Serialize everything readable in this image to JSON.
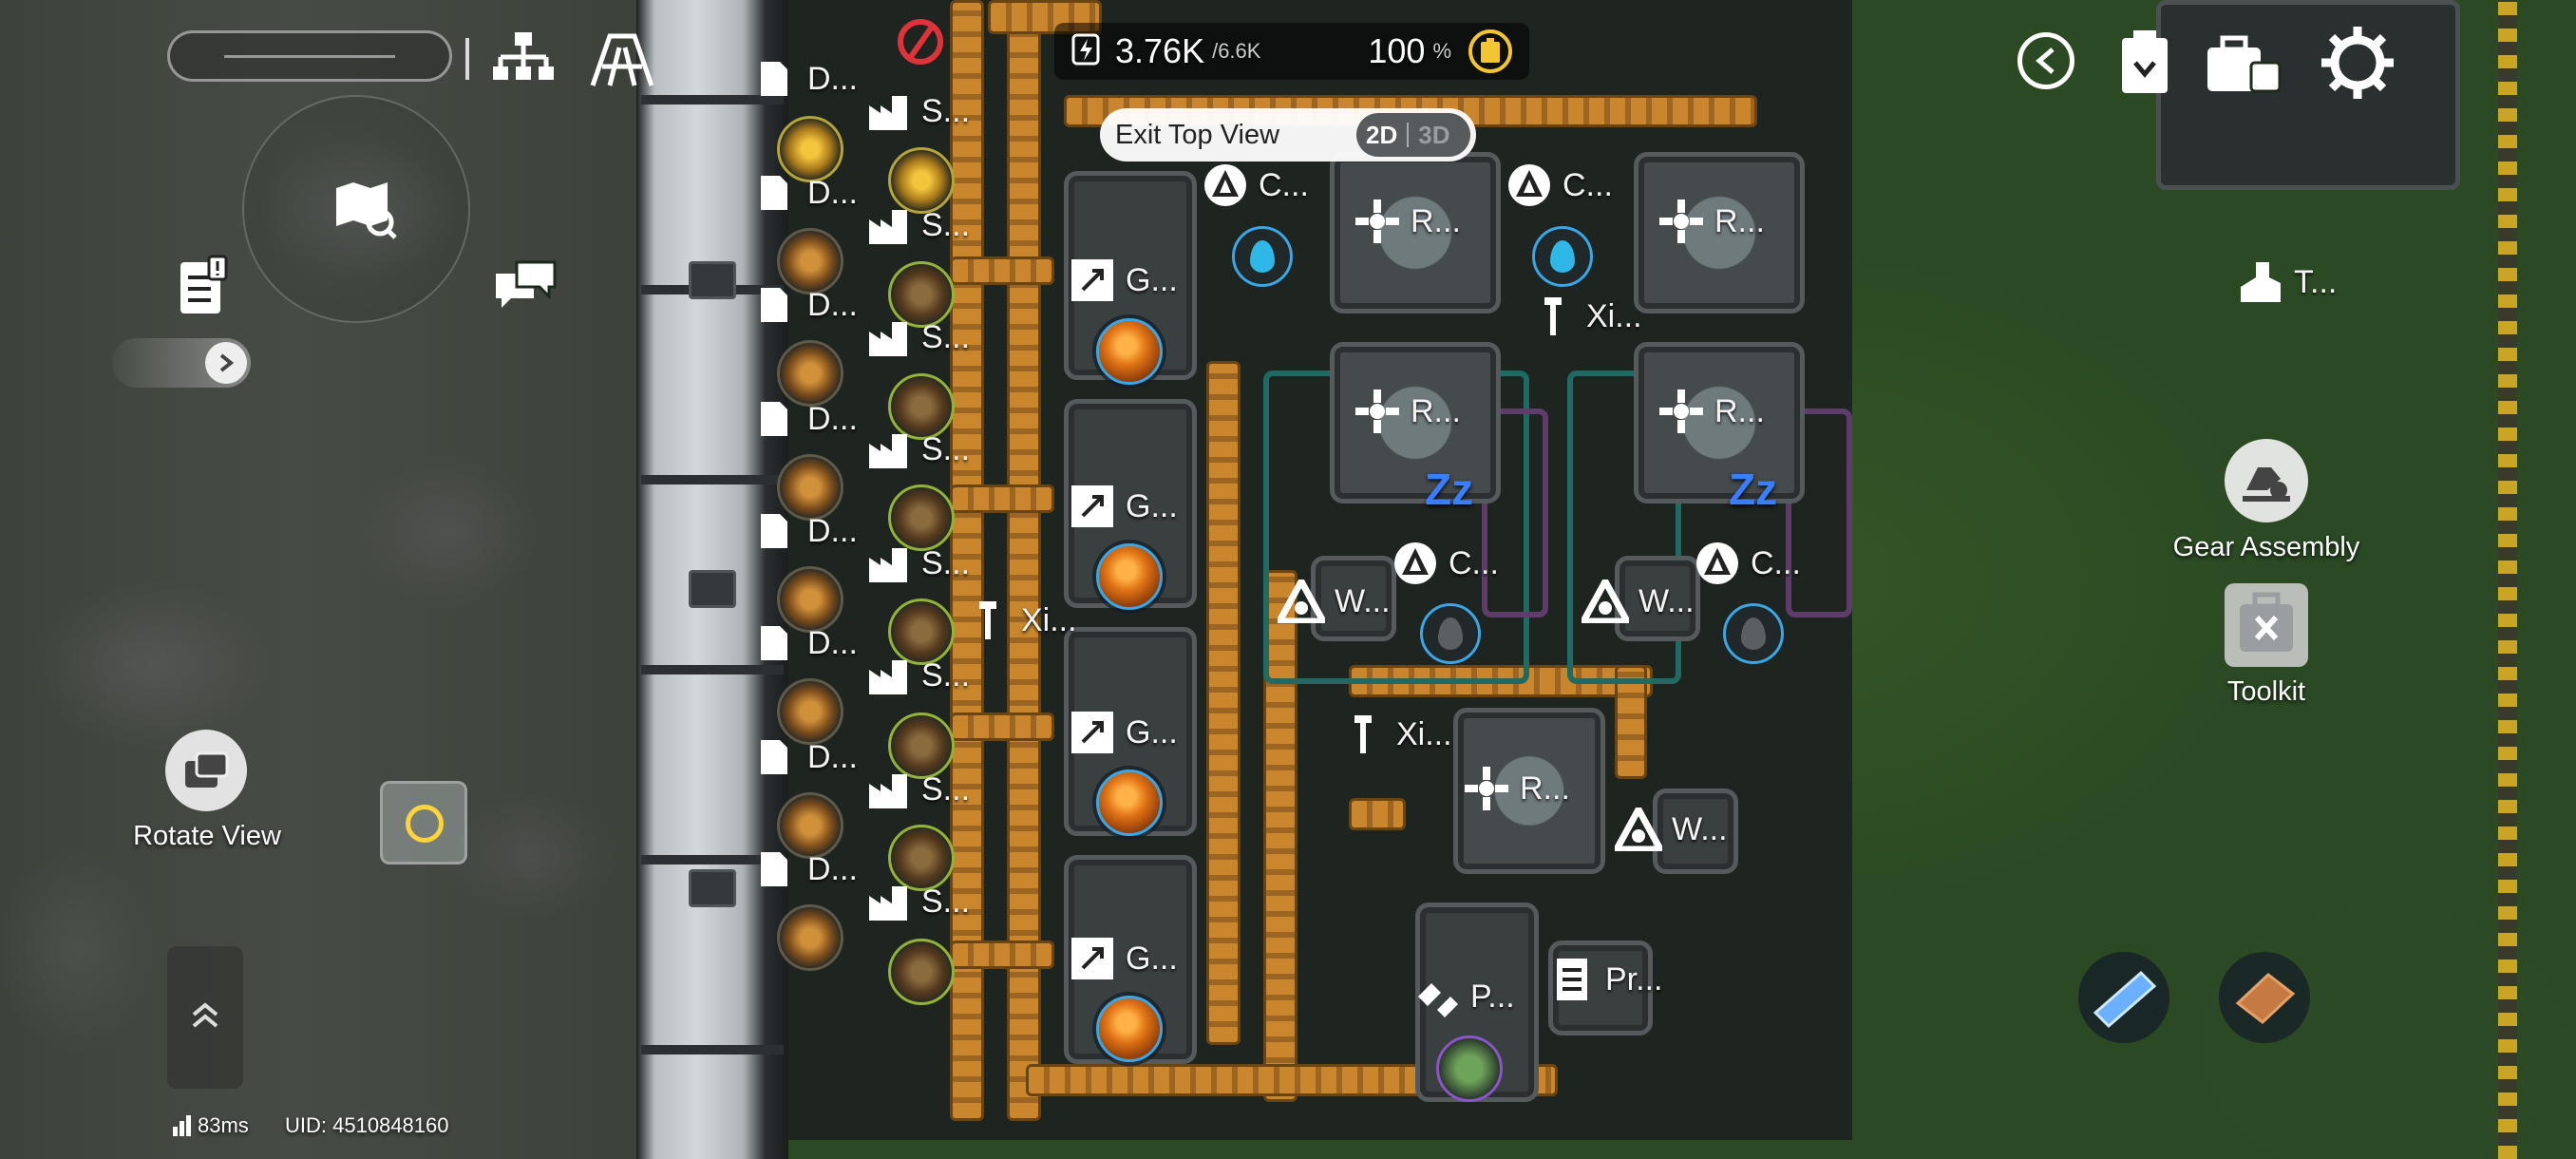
{
  "hud": {
    "power_value": "3.76K",
    "power_capacity": "/6.6K",
    "battery_percent": "100",
    "percent_sign": "%",
    "top_view_label": "Exit Top View",
    "view_2d": "2D",
    "view_3d": "3D"
  },
  "left_panel": {
    "rotate_view_label": "Rotate View",
    "ping": "83ms",
    "uid": "UID: 4510848160"
  },
  "right_panel": {
    "gear_assembly_label": "Gear Assembly",
    "toolkit_label": "Toolkit"
  },
  "map_labels": {
    "d_labels": [
      "D...",
      "D...",
      "D...",
      "D...",
      "D...",
      "D...",
      "D...",
      "D..."
    ],
    "s_labels": [
      "S...",
      "S...",
      "S...",
      "S...",
      "S...",
      "S...",
      "S...",
      "S..."
    ],
    "g_labels": [
      "G...",
      "G...",
      "G...",
      "G..."
    ],
    "xi_labels": [
      "Xi...",
      "Xi...",
      "Xi..."
    ],
    "c_labels": [
      "C...",
      "C...",
      "C...",
      "C..."
    ],
    "r_labels": [
      "R...",
      "R...",
      "R...",
      "R...",
      "R..."
    ],
    "w_labels": [
      "W...",
      "W...",
      "W..."
    ],
    "p_label": "P...",
    "pr_label": "Pr...",
    "t_label": "T..."
  },
  "icons": {
    "power": "lightning-icon",
    "battery": "battery-icon",
    "back": "back-arrow-icon",
    "clipboard": "clipboard-icon",
    "briefcase": "briefcase-icon",
    "settings": "gear-icon",
    "hierarchy": "hierarchy-icon",
    "blueprint": "blueprint-tower-icon",
    "map": "map-search-icon",
    "tasks": "task-list-icon",
    "chat": "chat-icon"
  },
  "colors": {
    "belt": "#c9862d",
    "accent_blue": "#3aa6e6",
    "water": "#2fb7e8",
    "warning_red": "#e0323a",
    "battery_yellow": "#f2c531"
  }
}
